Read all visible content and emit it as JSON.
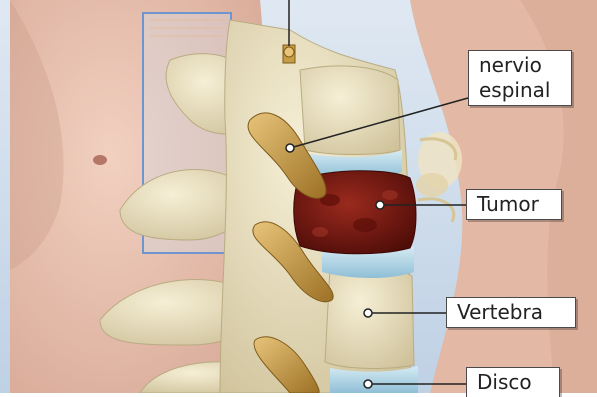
{
  "labels": {
    "nerve_line1": "nervio",
    "nerve_line2": "espinal",
    "tumor": "Tumor",
    "vertebra": "Vertebra",
    "disc": "Disco"
  },
  "colors": {
    "background": "#c9d9ea",
    "skin": "#e9c1b0",
    "bone": "#e9dfbd",
    "disc": "#a9cfe0",
    "tumor": "#7a1a12",
    "nerve": "#c79c46",
    "leader_line": "#222222"
  }
}
